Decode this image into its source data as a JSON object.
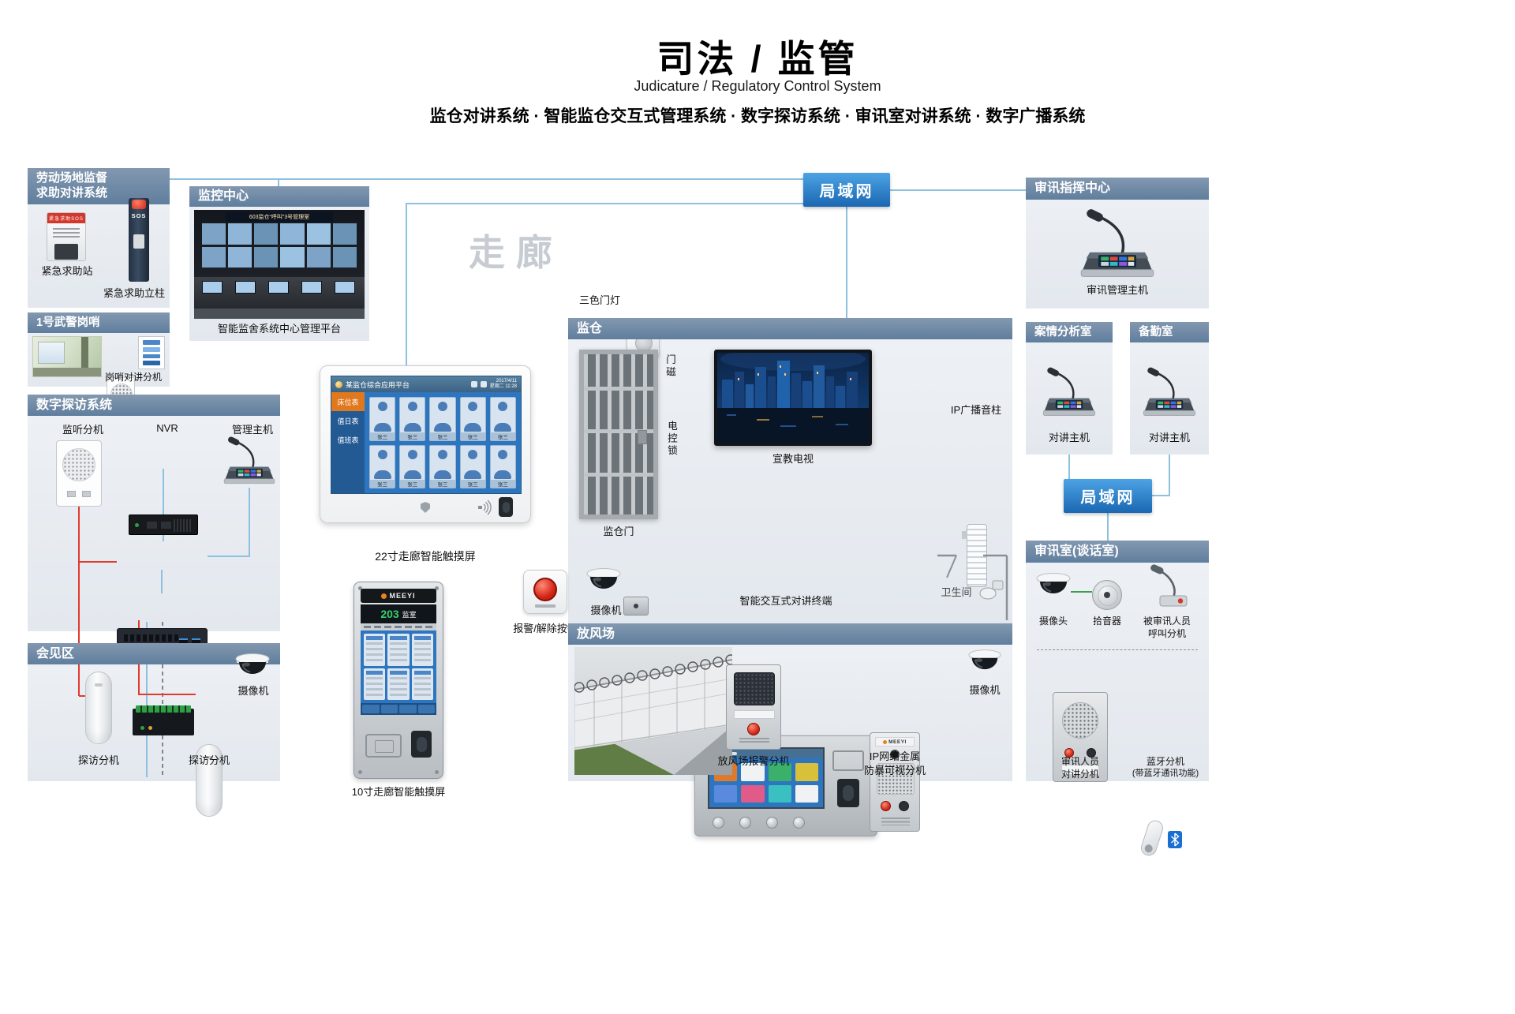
{
  "header": {
    "title": "司法 / 监管",
    "subtitle": "Judicature / Regulatory Control System",
    "systems": "监仓对讲系统 · 智能监仓交互式管理系统 · 数字探访系统 · 审讯室对讲系统 · 数字广播系统"
  },
  "corridor_label": "走廊",
  "lan_top": {
    "label": "局域网"
  },
  "lan_right": {
    "label": "局域网"
  },
  "labor": {
    "title1": "劳动场地监督",
    "title2": "求助对讲系统",
    "station_text": "紧急求助SOS",
    "station_label": "紧急求助站",
    "pillar_text": "SOS",
    "pillar_label": "紧急求助立柱"
  },
  "sentry": {
    "title": "1号武警岗哨",
    "device_label": "岗哨对讲分机"
  },
  "monitor": {
    "title": "监控中心",
    "screen_text": "603监仓“呼叫”3号管理室",
    "caption": "智能监舍系统中心管理平台"
  },
  "visit": {
    "title": "数字探访系统",
    "listen_label": "监听分机",
    "nvr_label": "NVR",
    "host_label": "管理主机"
  },
  "meeting": {
    "title": "会见区",
    "camera_label": "摄像机",
    "phone1_label": "探访分机",
    "phone2_label": "探访分机"
  },
  "screen22": {
    "caption": "22寸走廊智能触摸屏",
    "app_title": "某监仓综合应用平台",
    "date_line1": "2017/4/11",
    "date_line2": "星期二 11:28",
    "menu": [
      "床位表",
      "值日表",
      "值班表"
    ],
    "person_name": "张三"
  },
  "screen10": {
    "caption": "10寸走廊智能触摸屏",
    "brand": "MEEYI",
    "room_no": "203",
    "room_label": "监室"
  },
  "alarm_btn": {
    "label": "报警/解除按钮"
  },
  "door_light": {
    "label": "三色门灯"
  },
  "cell": {
    "title": "监仓",
    "door_label": "监仓门",
    "door_magnet": "门磁",
    "electric_lock": "电控锁",
    "tv_label": "宣教电视",
    "column_label": "IP广播音柱",
    "terminal_label": "智能交互式对讲终端",
    "camera_label": "摄像机",
    "toilet_label": "卫生间"
  },
  "yard": {
    "title": "放风场",
    "alarm_ext_label": "放风场报警分机",
    "ip_brand": "MEEYI",
    "ip_ext_label1": "IP网络金属",
    "ip_ext_label2": "防暴可视分机",
    "camera_label": "摄像机"
  },
  "cmd": {
    "title": "审讯指挥中心",
    "host_label": "审讯管理主机"
  },
  "case_room": {
    "title": "案情分析室",
    "host_label": "对讲主机"
  },
  "duty_room": {
    "title": "备勤室",
    "host_label": "对讲主机"
  },
  "interro": {
    "title": "审讯室(谈话室)",
    "camera_label": "摄像头",
    "pickup_label": "拾音器",
    "callee_label1": "被审讯人员",
    "callee_label2": "呼叫分机",
    "officer_label1": "审讯人员",
    "officer_label2": "对讲分机",
    "bt_label1": "蓝牙分机",
    "bt_label2": "(带蓝牙通讯功能)"
  }
}
